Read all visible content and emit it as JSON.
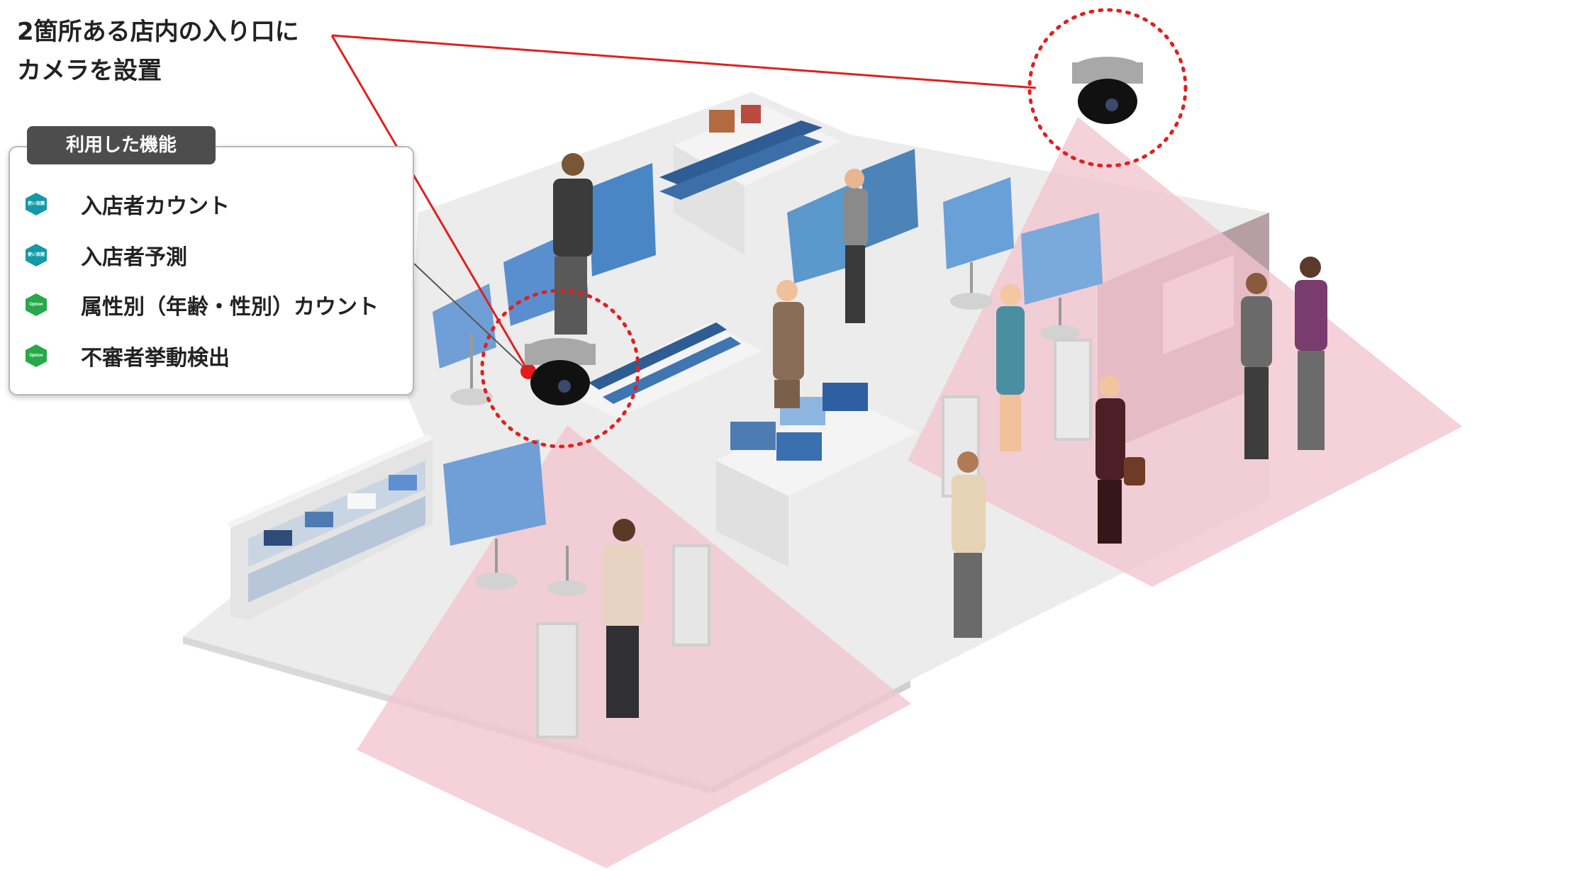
{
  "caption": {
    "line1": "2箇所ある店内の入り口に",
    "line2": "カメラを設置"
  },
  "panel": {
    "title": "利用した機能",
    "features": [
      {
        "label": "入店者カウント",
        "badge": "使い放題",
        "color": "#139aa6"
      },
      {
        "label": "入店者予測",
        "badge": "使い放題",
        "color": "#139aa6"
      },
      {
        "label": "属性別（年齢・性別）カウント",
        "badge": "Option",
        "color": "#27a84a"
      },
      {
        "label": "不審者挙動検出",
        "badge": "Option",
        "color": "#27a84a"
      }
    ]
  },
  "colors": {
    "callout_line": "#e02020",
    "coverage": "#f2c4cf",
    "floor": "#ececec"
  }
}
